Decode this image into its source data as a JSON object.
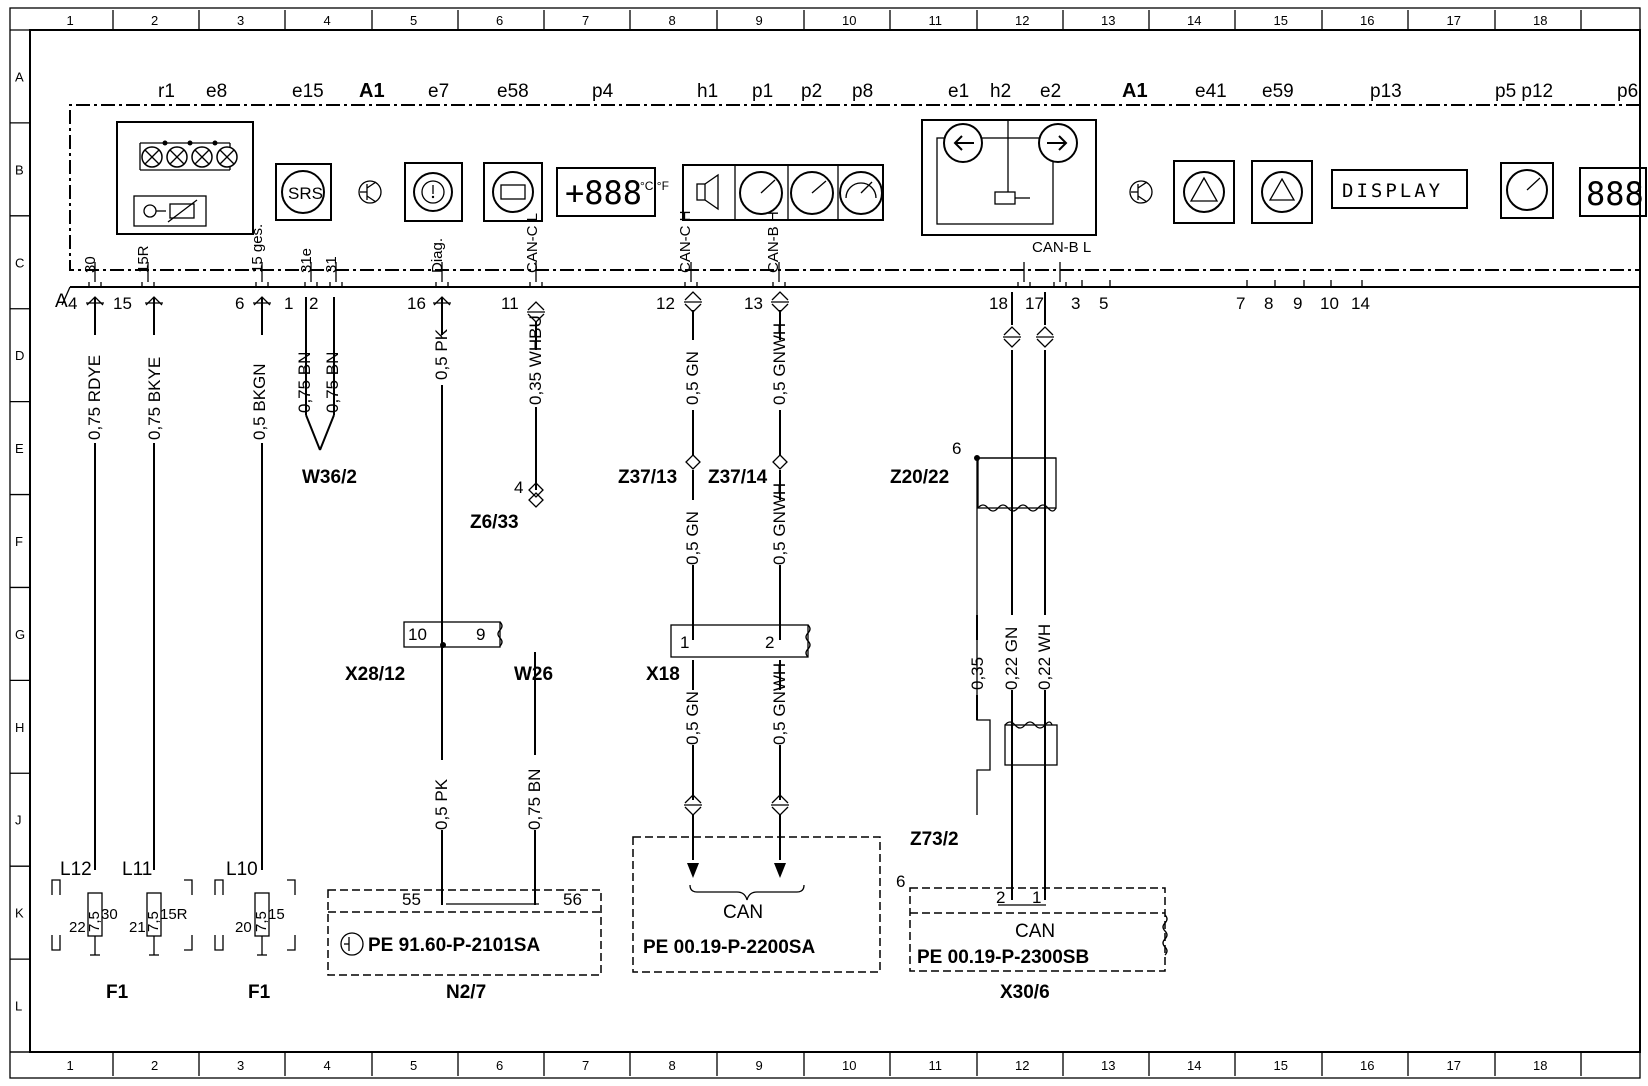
{
  "grid": {
    "cols": [
      "1",
      "2",
      "3",
      "4",
      "5",
      "6",
      "7",
      "8",
      "9",
      "10",
      "11",
      "12",
      "13",
      "14",
      "15",
      "16",
      "17",
      "18"
    ],
    "rows": [
      "A",
      "B",
      "C",
      "D",
      "E",
      "F",
      "G",
      "H",
      "J",
      "K",
      "L"
    ]
  },
  "instrument_cluster": {
    "ref": "A1",
    "ref2": "A1",
    "components_left": [
      "r1",
      "e8",
      "e15",
      "e7",
      "e58",
      "p4",
      "h1",
      "p1",
      "p2",
      "p8"
    ],
    "components_right": [
      "e1",
      "h2",
      "e2",
      "e41",
      "e59",
      "p13",
      "p5 p12",
      "p6"
    ],
    "display_text": "DISPLAY",
    "srs_text": "SRS",
    "lcd_left": "+888",
    "lcd_unit": "°C °F",
    "lcd_right": "888"
  },
  "connector": {
    "ref": "A",
    "pins": [
      "4",
      "15",
      "6",
      "1",
      "2",
      "16",
      "11",
      "12",
      "13",
      "18",
      "17",
      "3",
      "5",
      "7",
      "8",
      "9",
      "10",
      "14"
    ],
    "pin_labels": [
      "30",
      "15R",
      "15 ges.",
      "31e",
      "31",
      "Diag.",
      "CAN-C L",
      "CAN-C H",
      "CAN-B H",
      "CAN-B L"
    ]
  },
  "wires": [
    "0,75 RDYE",
    "0,75 BKYE",
    "0,5 BKGN",
    "0,75 BN",
    "0,75 BN",
    "0,5 PK",
    "0,35 WHBU",
    "0,5 GN",
    "0,5 GNWH",
    "0,5 GN",
    "0,5 GNWH",
    "0,5 GN",
    "0,5 GNWH",
    "0,35",
    "0,22 GN",
    "0,22 WH",
    "0,5 PK",
    "0,75 BN"
  ],
  "refs": [
    "W36/2",
    "Z6/33",
    "Z37/13",
    "Z37/14",
    "Z20/22",
    "X28/12",
    "W26",
    "X18",
    "Z73/2",
    "F1",
    "F1",
    "N2/7",
    "X30/6"
  ],
  "ref_pins": {
    "z6_33": "4",
    "z20_22": "6",
    "x30_6_side": "6",
    "x28_left": "10",
    "x28_right": "9",
    "x18_1": "1",
    "x18_2": "2",
    "n2_55": "55",
    "n2_56": "56",
    "x30_2": "2",
    "x30_1": "1"
  },
  "fuses": {
    "labels": [
      "L12",
      "L11",
      "L10"
    ],
    "pins": [
      "22",
      "30",
      "21",
      "15R",
      "20",
      "15"
    ],
    "rating": "7,5"
  },
  "modules": {
    "can_label": "CAN",
    "can_label2": "CAN",
    "pe_n2_7": "PE 91.60-P-2101SA",
    "pe_can": "PE 00.19-P-2200SA",
    "pe_x30_6": "PE 00.19-P-2300SB"
  }
}
